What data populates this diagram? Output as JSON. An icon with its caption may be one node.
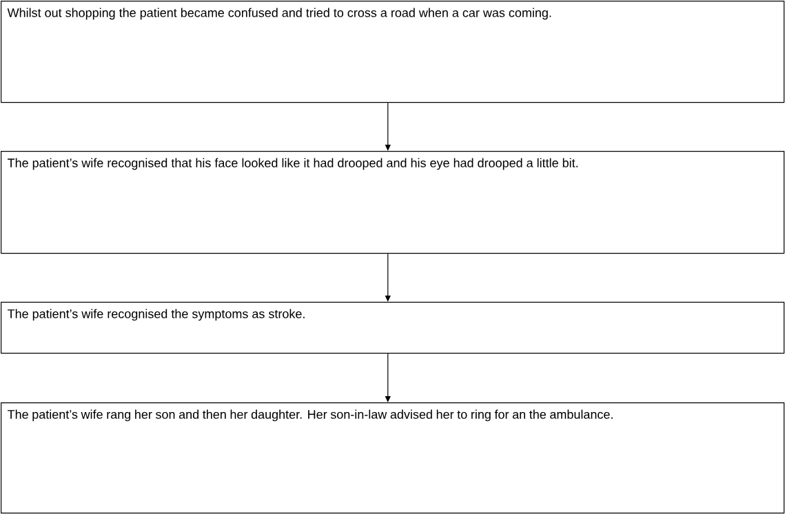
{
  "diagram": {
    "nodes": [
      {
        "text": [
          "Whilst out shopping the patient became confused and tried to cross a road when a car was coming."
        ]
      },
      {
        "text": [
          "The patient’s wife recognised that his face looked like it had drooped and his eye had drooped a little bit."
        ]
      },
      {
        "text": [
          "The patient’s wife recognised the symptoms as stroke."
        ]
      },
      {
        "text": [
          "The patient’s wife rang her son and then her daughter. Her son-in-law advised her to ring for an the ambulance."
        ]
      }
    ],
    "edges": [
      {
        "from": 0,
        "to": 1,
        "arrow": "to"
      },
      {
        "from": 1,
        "to": 2,
        "arrow": "to"
      },
      {
        "from": 2,
        "to": 3,
        "arrow": "to"
      }
    ]
  }
}
